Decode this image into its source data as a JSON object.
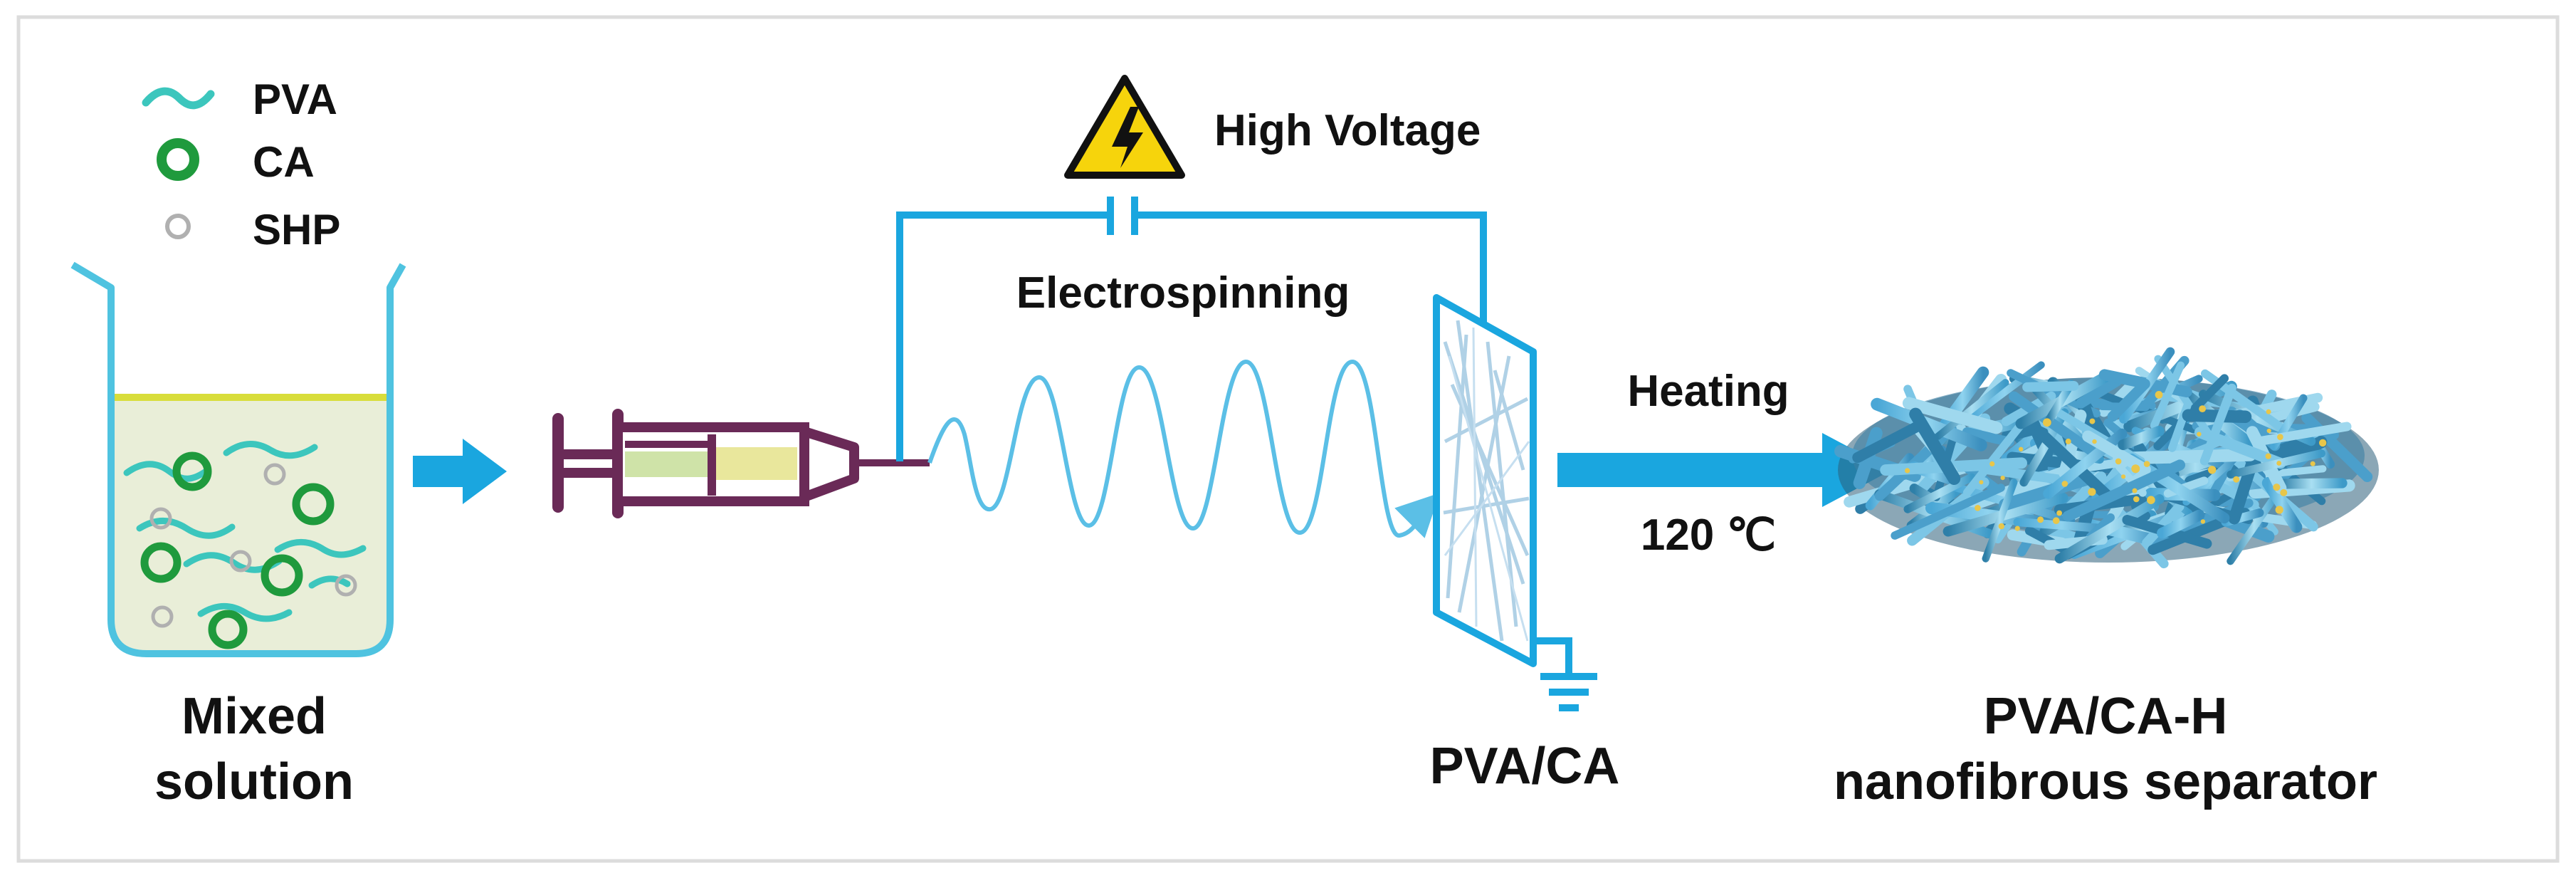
{
  "legend": {
    "items": [
      {
        "key": "pva",
        "label": "PVA",
        "icon": "wavy-line-icon",
        "color": "#3cc6bd"
      },
      {
        "key": "ca",
        "label": "CA",
        "icon": "ring-icon",
        "color": "#1f9a3d"
      },
      {
        "key": "shp",
        "label": "SHP",
        "icon": "small-circle-icon",
        "color": "#b0b0b0"
      }
    ]
  },
  "labels": {
    "mixed_solution_line1": "Mixed",
    "mixed_solution_line2": "solution",
    "high_voltage": "High Voltage",
    "electrospinning": "Electrospinning",
    "pva_ca": "PVA/CA",
    "heating": "Heating",
    "temperature": "120 ℃",
    "product_line1": "PVA/CA-H",
    "product_line2": "nanofibrous separator"
  },
  "icons": {
    "warning": "high-voltage-warning-icon",
    "ground": "ground-icon",
    "syringe": "syringe-icon",
    "beaker": "beaker-icon"
  },
  "colors": {
    "arrow": "#1aa6df",
    "circuit": "#1aa6df",
    "syringe": "#6a2a57",
    "liquid": "#e9eed8",
    "liquid_surface": "#d8dd3a",
    "beaker_outline": "#4fc3e0",
    "fiber": "#7fc9ea",
    "warning_yellow": "#f6d40c"
  }
}
